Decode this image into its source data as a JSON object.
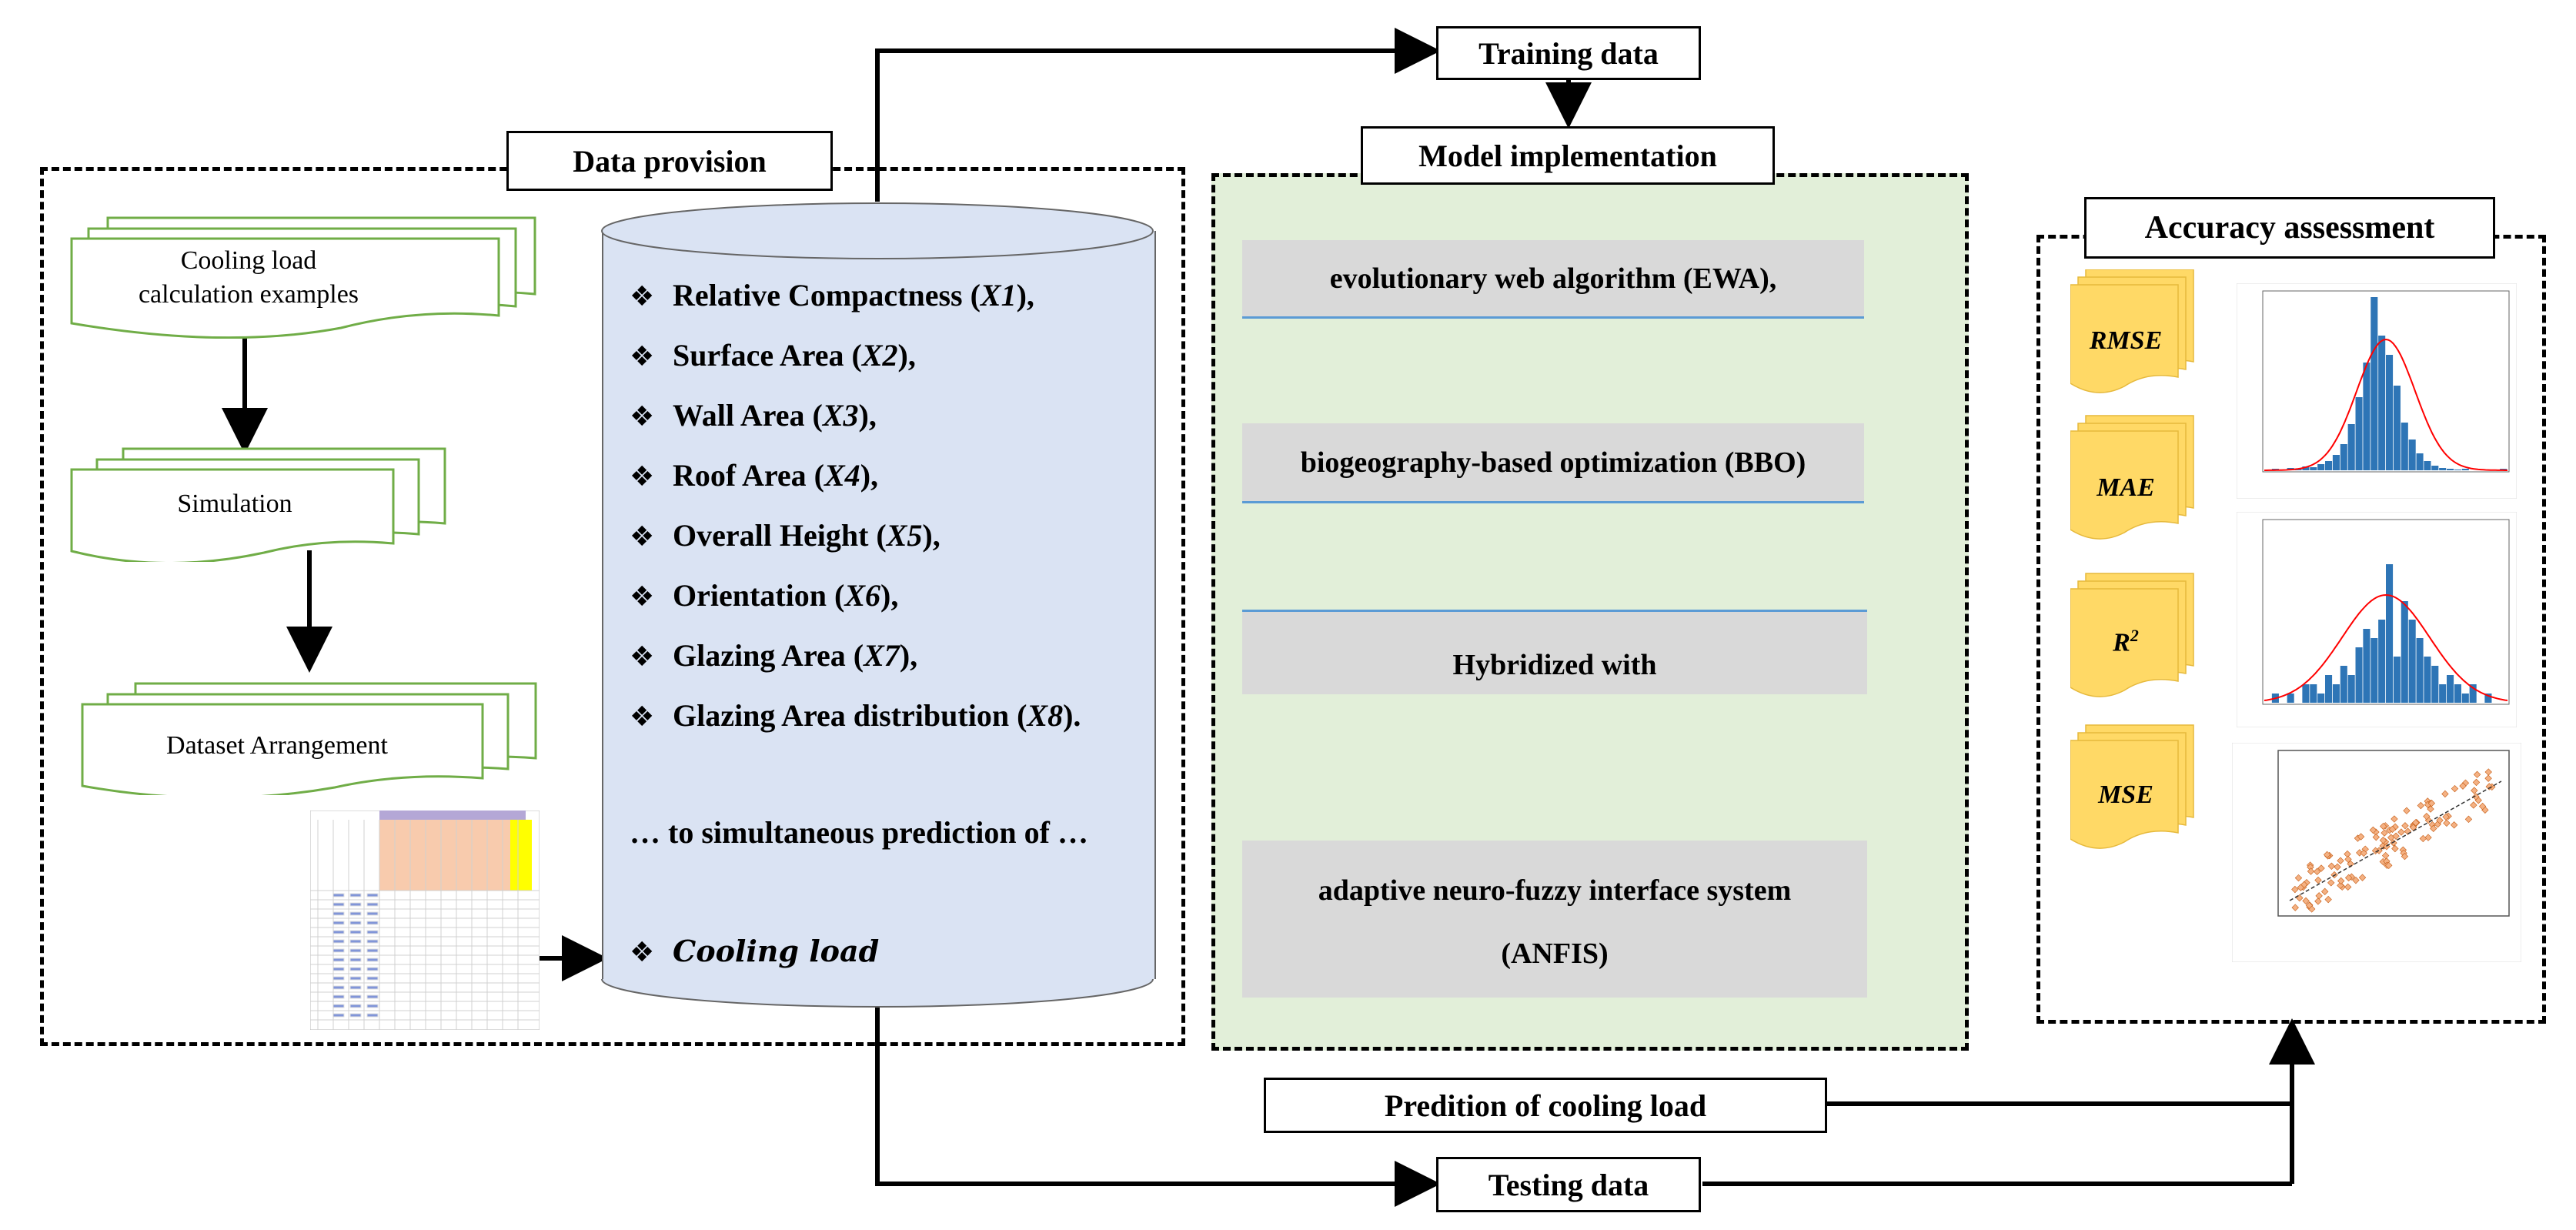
{
  "data_provision": {
    "title": "Data provision",
    "steps": [
      "Cooling load calculation examples",
      "Simulation",
      "Dataset Arrangement"
    ],
    "parameters": [
      {
        "name": "Relative Compactness",
        "var": "X1",
        "suffix": ","
      },
      {
        "name": "Surface Area",
        "var": "X2",
        "suffix": ","
      },
      {
        "name": "Wall Area",
        "var": "X3",
        "suffix": ","
      },
      {
        "name": "Roof Area",
        "var": "X4",
        "suffix": ","
      },
      {
        "name": "Overall Height",
        "var": "X5",
        "suffix": ","
      },
      {
        "name": "Orientation",
        "var": "X6",
        "suffix": ","
      },
      {
        "name": "Glazing Area",
        "var": "X7",
        "suffix": ","
      },
      {
        "name": "Glazing Area distribution",
        "var": "X8",
        "suffix": "."
      }
    ],
    "bullet": "❖",
    "prediction_text": "… to simultaneous prediction of …",
    "target": "Cooling load"
  },
  "training_label": "Training data",
  "testing_label": "Testing data",
  "model": {
    "title": "Model implementation",
    "algorithms": [
      "evolutionary web algorithm (EWA),",
      "biogeography-based optimization (BBO)",
      "Hybridized with",
      "adaptive neuro-fuzzy interface system",
      "(ANFIS)"
    ]
  },
  "prediction_label": "Predition of cooling load",
  "accuracy": {
    "title": "Accuracy assessment",
    "metrics": [
      "RMSE",
      "MAE",
      "R",
      "MSE"
    ],
    "r_superscript": "2"
  },
  "colors": {
    "cylinder": "#dae3f3",
    "model_panel": "#e2efd9",
    "algo_box": "#d9d9d9",
    "doc_stroke": "#70ad47",
    "metric_doc": "#ffd966",
    "hist_bar": "#2e75b6",
    "fit_curve": "#ff0000"
  }
}
